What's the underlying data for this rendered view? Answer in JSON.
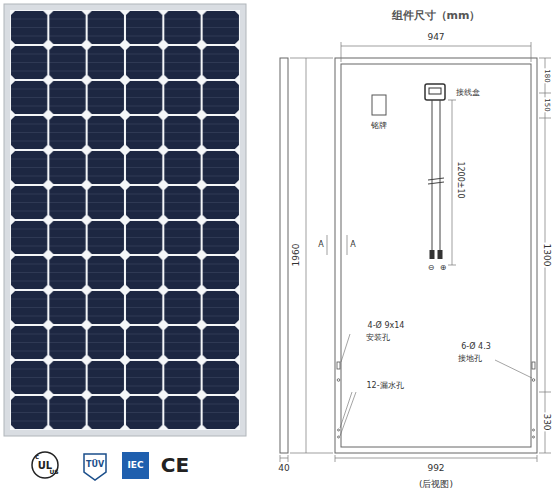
{
  "diagram": {
    "title": "组件尺寸（mm）",
    "caption": "(后视图)",
    "labels": [
      "947",
      "1960",
      "40",
      "992",
      "180",
      "150",
      "1300",
      "330",
      "1200±10",
      "铭牌",
      "接线盒",
      "A",
      "A",
      "⊖",
      "⊕",
      "4-Ø 9x14",
      "安装孔",
      "6-Ø 4.3",
      "接地孔",
      "12-漏水孔",
      "c",
      "UL",
      "US",
      "TÜV",
      "IEC",
      "CE"
    ]
  }
}
